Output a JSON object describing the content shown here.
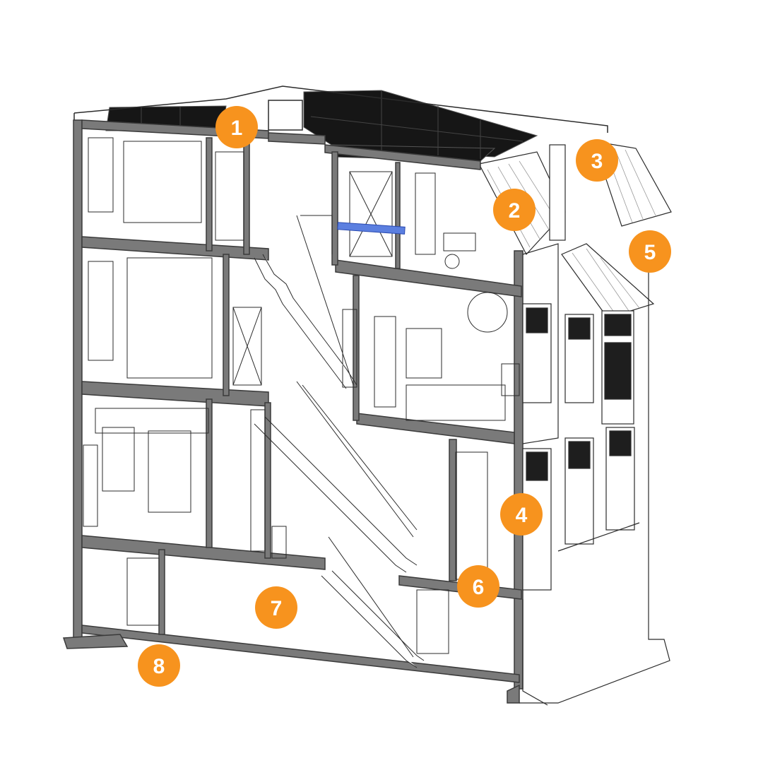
{
  "diagram": {
    "markers": [
      "1",
      "2",
      "3",
      "4",
      "5",
      "6",
      "7",
      "8"
    ]
  },
  "colors": {
    "marker_fill": "#F7931E",
    "marker_text": "#FFFFFF",
    "wall_section": "#7A7A7A",
    "wall_edge": "#3A3A3A",
    "solar_panel": "#161616",
    "line": "#2B2B2B",
    "highlight_beam": "#5B7FE0",
    "background": "#FFFFFF"
  }
}
